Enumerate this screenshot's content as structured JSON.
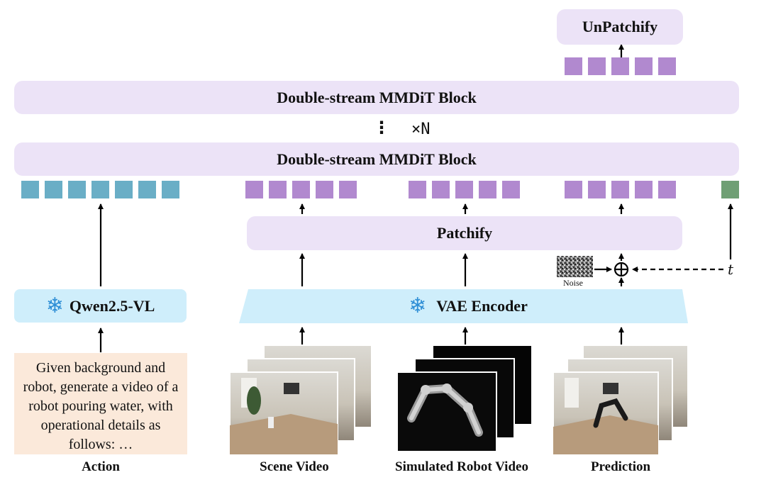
{
  "top_block": {
    "label": "UnPatchify"
  },
  "mmdit_top": {
    "label": "Double-stream MMDiT Block"
  },
  "repeat": {
    "dots": "⋮",
    "label": "×N"
  },
  "mmdit_bottom": {
    "label": "Double-stream MMDiT Block"
  },
  "patchify": {
    "label": "Patchify"
  },
  "qwen": {
    "label": "Qwen2.5-VL",
    "icon": "snowflake-icon"
  },
  "vae": {
    "label": "VAE Encoder",
    "icon": "snowflake-icon"
  },
  "noise": {
    "label": "Noise"
  },
  "timestep": {
    "label": "t"
  },
  "prompt": {
    "text": "Given background and robot, generate a video of a robot pouring water, with operational details as follows: …"
  },
  "inputs": [
    {
      "label": "Action"
    },
    {
      "label": "Scene Video"
    },
    {
      "label": "Simulated Robot Video"
    },
    {
      "label": "Prediction"
    }
  ],
  "colors": {
    "block_purple": "#ece3f7",
    "token_purple": "#b189cf",
    "token_teal": "#6aaec6",
    "token_green": "#6f9f74",
    "encoder_blue": "#cfeefb",
    "prompt_bg": "#fbe9da"
  }
}
